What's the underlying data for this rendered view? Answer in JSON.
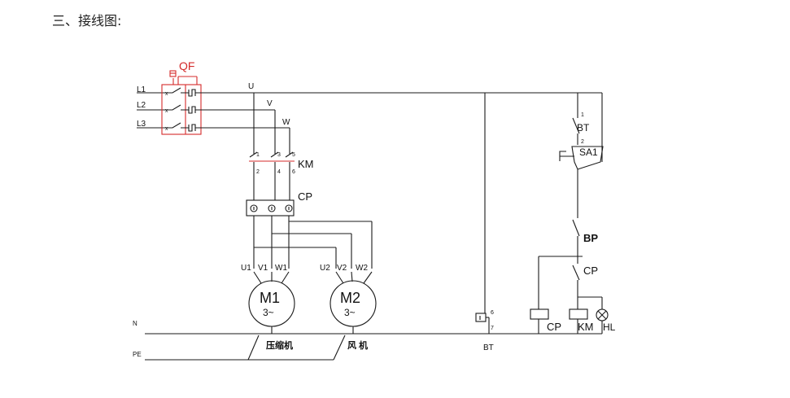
{
  "heading": "三、接线图:",
  "lines": {
    "l1": "L1",
    "l2": "L2",
    "l3": "L3",
    "u": "U",
    "v": "V",
    "w": "W",
    "n": "N",
    "pe": "PE"
  },
  "breaker": {
    "label": "QF"
  },
  "contactor": {
    "label": "KM",
    "pins_top": [
      "1",
      "3",
      "5"
    ],
    "pins_bottom": [
      "2",
      "4",
      "6"
    ]
  },
  "protector": {
    "label": "CP"
  },
  "motor1": {
    "title": "M1",
    "phase": "3~",
    "caption": "压缩机",
    "terminals": [
      "U1",
      "V1",
      "W1"
    ]
  },
  "motor2": {
    "title": "M2",
    "phase": "3~",
    "caption": "风 机",
    "terminals": [
      "U2",
      "V2",
      "W2"
    ]
  },
  "thermostat": {
    "label": "BT",
    "pin_top": "6",
    "pin_bottom": "7"
  },
  "control": {
    "bt_label": "BT",
    "bt_pin_top": "1",
    "bt_pin_bottom": "2",
    "sa_label": "SA1",
    "bp_label": "BP",
    "cp_label": "CP",
    "coil_cp": "CP",
    "coil_km": "KM",
    "lamp": "HL"
  }
}
